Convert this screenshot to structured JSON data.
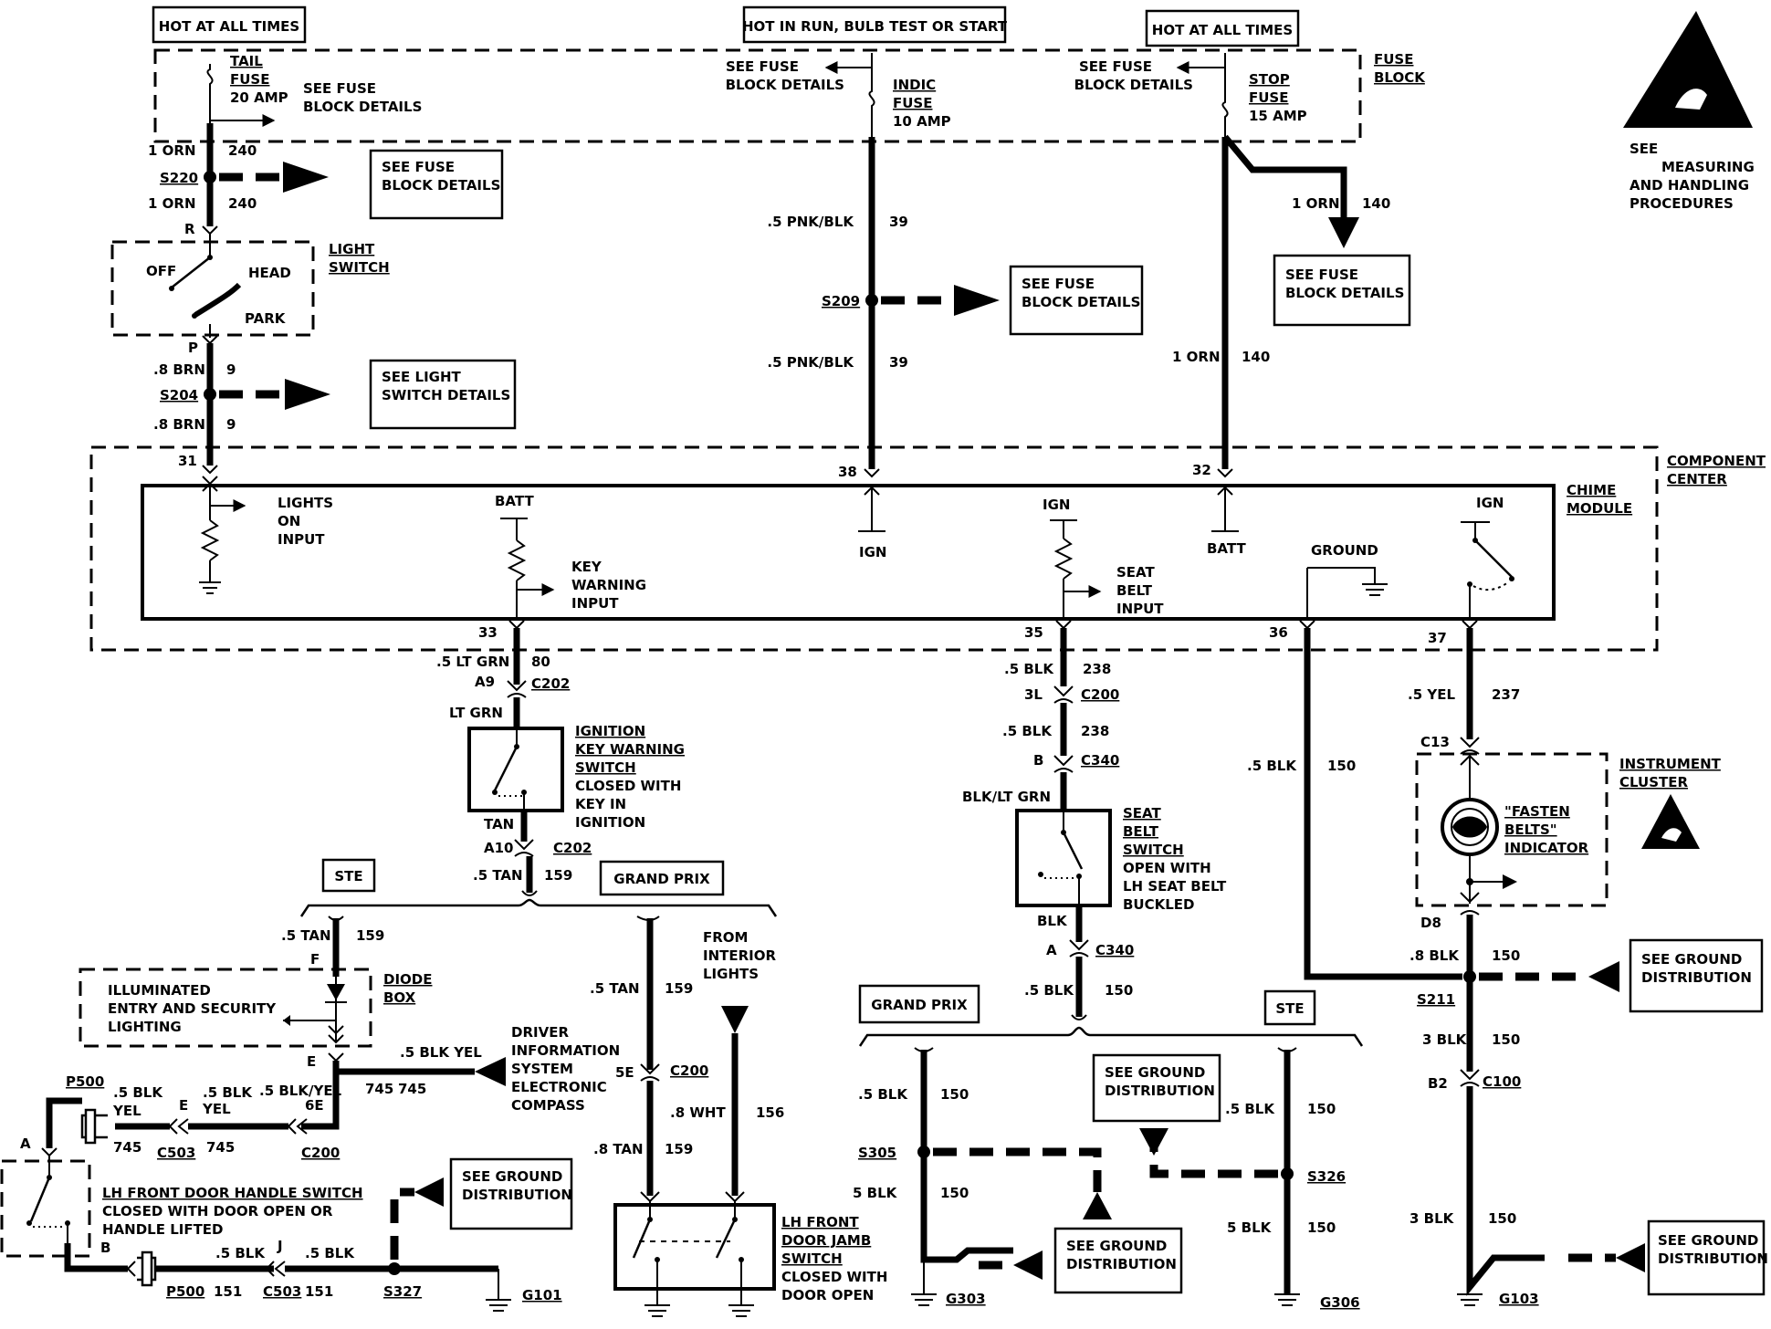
{
  "power": {
    "hot_all_times_left": "HOT AT ALL TIMES",
    "hot_run": "HOT IN RUN, BULB TEST OR START",
    "hot_all_times_right": "HOT AT ALL TIMES"
  },
  "fuse_block": {
    "label": [
      "FUSE",
      "BLOCK"
    ],
    "tail_fuse": [
      "TAIL",
      "FUSE",
      "20 AMP"
    ],
    "indic_fuse": [
      "INDIC",
      "FUSE",
      "10 AMP"
    ],
    "stop_fuse": [
      "STOP",
      "FUSE",
      "15 AMP"
    ],
    "see_fuse_block_details": [
      "SEE FUSE",
      "BLOCK DETAILS"
    ]
  },
  "esd": {
    "note": [
      "SEE",
      "MEASURING",
      "AND HANDLING",
      "PROCEDURES"
    ]
  },
  "light_switch": {
    "label": [
      "LIGHT",
      "SWITCH"
    ],
    "off": "OFF",
    "head": "HEAD",
    "park": "PARK",
    "see_details": [
      "SEE LIGHT",
      "SWITCH DETAILS"
    ]
  },
  "splices": {
    "s220": "S220",
    "s204": "S204",
    "s209": "S209",
    "s211": "S211",
    "s305": "S305",
    "s326": "S326",
    "s327": "S327"
  },
  "connectors": {
    "c202": "C202",
    "c200": "C200",
    "c340": "C340",
    "c13": "C13",
    "d8": "D8",
    "c100": "C100",
    "b2": "B2",
    "c503": "C503",
    "p500": "P500",
    "a9": "A9",
    "a10": "A10",
    "3l": "3L",
    "b": "B",
    "a": "A",
    "f": "F",
    "e": "E",
    "6e": "6E",
    "5e": "5E",
    "j": "J",
    "r": "R",
    "p": "P"
  },
  "wires": {
    "w_1orn": "1 ORN",
    "w_240": "240",
    "w_8brn": ".8 BRN",
    "w_9": "9",
    "w_5pnkblk": ".5 PNK/BLK",
    "w_39": "39",
    "w_140": "140",
    "w_5ltgrn": ".5 LT GRN",
    "w_80": "80",
    "w_ltgrn": "LT GRN",
    "w_tan": "TAN",
    "w_5tan": ".5 TAN",
    "w_159": "159",
    "w_5blk": ".5 BLK",
    "w_238": "238",
    "w_blkltgrn": "BLK/LT GRN",
    "w_blk": "BLK",
    "w_150": "150",
    "w_5yel": ".5 YEL",
    "w_237": "237",
    "w_8blk": ".8 BLK",
    "w_3blk": "3 BLK",
    "w_5blkyel": ".5 BLK/YEL",
    "w_5blk_yel": ".5 BLK YEL",
    "w_745": "745",
    "w_8wht": ".8 WHT",
    "w_156": "156",
    "w_8tan": ".8 TAN",
    "w_151": "151",
    "w_5blk_nodot": "5 BLK",
    "w_yel": "YEL"
  },
  "component_center": {
    "label": [
      "COMPONENT",
      "CENTER"
    ],
    "chime_module": [
      "CHIME",
      "MODULE"
    ],
    "pin31": "31",
    "pin38": "38",
    "pin32": "32",
    "pin33": "33",
    "pin35": "35",
    "pin36": "36",
    "pin37": "37",
    "lights_on_input": [
      "LIGHTS",
      "ON",
      "INPUT"
    ],
    "batt": "BATT",
    "key_warning_input": [
      "KEY",
      "WARNING",
      "INPUT"
    ],
    "ign": "IGN",
    "seat_belt_input": [
      "SEAT",
      "BELT",
      "INPUT"
    ],
    "ground": "GROUND"
  },
  "ignition_switch": [
    "IGNITION",
    "KEY WARNING",
    "SWITCH",
    "CLOSED WITH",
    "KEY IN",
    "IGNITION"
  ],
  "seat_belt_switch": [
    "SEAT",
    "BELT",
    "SWITCH",
    "OPEN WITH",
    "LH SEAT BELT",
    "BUCKLED"
  ],
  "instrument_cluster": {
    "label": [
      "INSTRUMENT",
      "CLUSTER"
    ],
    "indicator": [
      "\"FASTEN",
      "BELTS\"",
      "INDICATOR"
    ]
  },
  "ground_distribution": [
    "SEE GROUND",
    "DISTRIBUTION"
  ],
  "variants": {
    "ste": "STE",
    "grand_prix": "GRAND PRIX"
  },
  "diode_box": {
    "label": [
      "DIODE",
      "BOX"
    ],
    "illuminated": [
      "ILLUMINATED",
      "ENTRY AND SECURITY",
      "LIGHTING"
    ]
  },
  "driver_info": [
    "DRIVER",
    "INFORMATION",
    "SYSTEM",
    "ELECTRONIC",
    "COMPASS"
  ],
  "from_interior": [
    "FROM",
    "INTERIOR",
    "LIGHTS"
  ],
  "door_jamb_switch": [
    "LH FRONT",
    "DOOR JAMB",
    "SWITCH",
    "CLOSED WITH",
    "DOOR OPEN"
  ],
  "door_handle_switch": [
    "LH FRONT DOOR HANDLE SWITCH",
    "CLOSED WITH DOOR OPEN OR",
    "HANDLE LIFTED"
  ],
  "grounds": {
    "g101": "G101",
    "g303": "G303",
    "g306": "G306",
    "g103": "G103"
  },
  "colors": {
    "ink": "#000000",
    "paper": "#ffffff"
  }
}
